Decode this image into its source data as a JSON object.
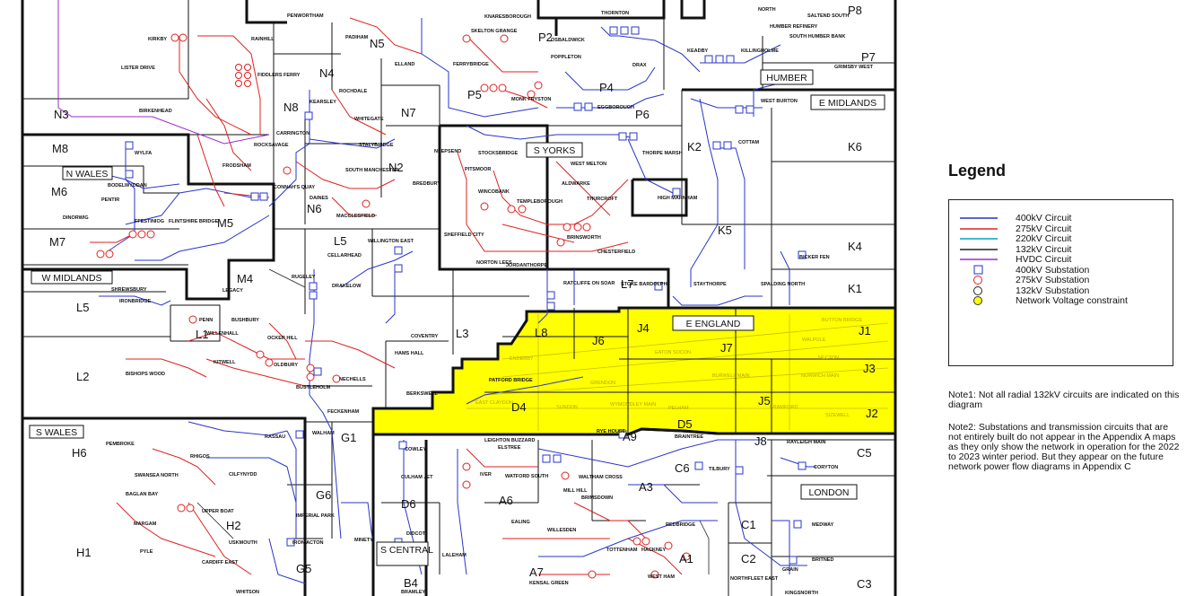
{
  "legend": {
    "title": "Legend",
    "items": [
      {
        "label": "400kV Circuit",
        "kind": "line",
        "color": "#2233cc"
      },
      {
        "label": "275kV Circuit",
        "kind": "line",
        "color": "#e02020"
      },
      {
        "label": "220kV Circuit",
        "kind": "line",
        "color": "#00a0c0"
      },
      {
        "label": "132kV Circuit",
        "kind": "line",
        "color": "#222222"
      },
      {
        "label": "HVDC Circuit",
        "kind": "line",
        "color": "#9a2bd0"
      },
      {
        "label": "400kV Substation",
        "kind": "square",
        "color": "#2233cc"
      },
      {
        "label": "275kV Substation",
        "kind": "circle",
        "color": "#e02020"
      },
      {
        "label": "132kV Substation",
        "kind": "circle",
        "color": "#222222"
      },
      {
        "label": "Network Voltage constraint",
        "kind": "dot",
        "color": "#ffff00"
      }
    ]
  },
  "notes": {
    "note1": "Note1: Not all radial 132kV circuits are indicated on this diagram",
    "note2": "Note2: Substations and transmission circuits that are not entirely built do not appear in the Appendix A maps as they only show the network in operation for the 2022 to 2023 winter period. But they appear on the future network power flow diagrams in Appendix C"
  },
  "regions": [
    "N WALES",
    "W MIDLANDS",
    "S WALES",
    "S YORKS",
    "HUMBER",
    "E MIDLANDS",
    "E ENGLAND",
    "LONDON",
    "S CENTRAL"
  ],
  "zones": [
    "P8",
    "P7",
    "P2",
    "P4",
    "P5",
    "P6",
    "N5",
    "N4",
    "N7",
    "N8",
    "N3",
    "N2",
    "N6",
    "M8",
    "M6",
    "M5",
    "M7",
    "M4",
    "L5",
    "L7",
    "L8",
    "L3",
    "L5",
    "L1",
    "L2",
    "K6",
    "K2",
    "K5",
    "K4",
    "K1",
    "J1",
    "J3",
    "J2",
    "J4",
    "J5",
    "J6",
    "J7",
    "D4",
    "D5",
    "D6",
    "A9",
    "A6",
    "A3",
    "A7",
    "A1",
    "B4",
    "C6",
    "C5",
    "C1",
    "C2",
    "C3",
    "J8",
    "G1",
    "G6",
    "G5",
    "H6",
    "H2",
    "H1"
  ],
  "substations": [
    "PENWORTHAM",
    "PADIHAM",
    "KIRKBY",
    "RAINHILL",
    "LISTER DRIVE",
    "FIDDLERS FERRY",
    "BIRKENHEAD",
    "ELLAND",
    "ROCHDALE",
    "KEARSLEY",
    "WHITEGATE",
    "CARRINGTON",
    "STALYBRIDGE",
    "ROCKSAVAGE",
    "FRODSHAM",
    "SOUTH MANCHESTER",
    "DAINES",
    "MACCLESFIELD",
    "BREDBURY",
    "CONNAH'S QUAY",
    "WYLFA",
    "BODELWYDDAN",
    "PENTIR",
    "DINORWIG",
    "FFESTINIOG",
    "FLINTSHIRE BRIDGE",
    "LEGACY",
    "CELLARHEAD",
    "WILLINGTON EAST",
    "DRAKELOW",
    "RUGELEY",
    "SHREWSBURY",
    "IRONBRIDGE",
    "PENN",
    "BUSHBURY",
    "WILLENHALL",
    "OCKER HILL",
    "KITWELL",
    "OLDBURY",
    "BISHOPS WOOD",
    "BUSTLEHOLM",
    "NECHELLS",
    "COVENTRY",
    "HAMS HALL",
    "BERKSWELL",
    "FECKENHAM",
    "WALHAM",
    "RASSAU",
    "PEMBROKE",
    "RHIGOS",
    "SWANSEA NORTH",
    "CILFYNYDD",
    "BAGLAN BAY",
    "MARGAM",
    "PYLE",
    "UPPER BOAT",
    "USKMOUTH",
    "CARDIFF EAST",
    "WHITSON",
    "IMPERIAL PARK",
    "IRON ACTON",
    "MINETY",
    "COWLEY",
    "CULHAM JET",
    "DIDCOT",
    "LALEHAM",
    "BRAMLEY",
    "LEIGHTON BUZZARD",
    "ELSTREE",
    "IVER",
    "WATFORD SOUTH",
    "MILL HILL",
    "WALTHAM CROSS",
    "BRIMSDOWN",
    "EALING",
    "WILLESDEN",
    "TOTTENHAM",
    "HACKNEY",
    "REDBRIDGE",
    "KENSAL GREEN",
    "WEST HAM",
    "NORTHFLEET EAST",
    "TILBURY",
    "CORYTON",
    "RAYLEIGH MAIN",
    "BRAINTREE",
    "RYE HOUSE",
    "MEDWAY",
    "GRAIN",
    "KINGSNORTH",
    "BRITNED",
    "SKELTON GRANGE",
    "KNARESBOROUGH",
    "THORNTON",
    "OSBALDWICK",
    "POPPLETON",
    "FERRYBRIDGE",
    "MONK FRYSTON",
    "DRAX",
    "EGGBOROUGH",
    "KEADBY",
    "KILLINGHOLME",
    "HUMBER REFINERY",
    "SOUTH HUMBER BANK",
    "GRIMSBY WEST",
    "SALTEND SOUTH",
    "NORTH",
    "WEST BURTON",
    "COTTAM",
    "HIGH MARNHAM",
    "THORPE MARSH",
    "NEEPSEND",
    "STOCKSBRIDGE",
    "PITSMOOR",
    "WEST MELTON",
    "ALDWARKE",
    "WINCOBANK",
    "TEMPLEBOROUGH",
    "THURCROFT",
    "SHEFFIELD CITY",
    "BRINSWORTH",
    "CHESTERFIELD",
    "NORTON LEES",
    "JORDANTHORPE",
    "RATCLIFFE ON SOAR",
    "STOKE BARDOLPH",
    "STAYTHORPE",
    "SPALDING NORTH",
    "BICKER FEN",
    "BUTTON BRIDGE",
    "WALPOLE",
    "NECTON",
    "NORWICH MAIN",
    "SIZEWELL",
    "BRAMFORD",
    "PELHAM",
    "WYMONDLEY MAIN",
    "SUNDON",
    "EAST CLAYDON",
    "GRENDON",
    "ENDERBY",
    "EATON SOCON",
    "BURWELL MAIN",
    "PATFORD BRIDGE"
  ]
}
